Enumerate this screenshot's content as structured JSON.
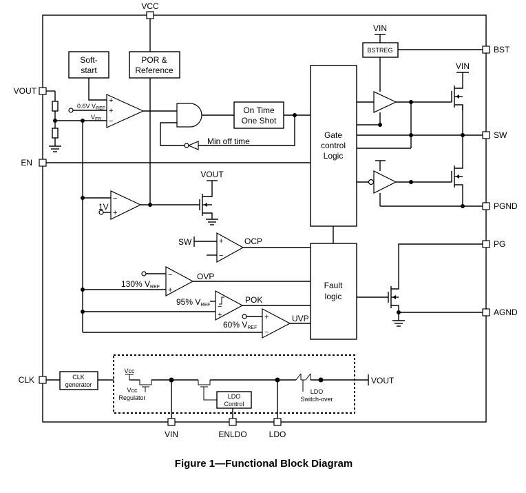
{
  "caption": "Figure 1—Functional Block Diagram",
  "pins": {
    "vcc": "VCC",
    "vout": "VOUT",
    "en": "EN",
    "bst": "BST",
    "sw": "SW",
    "pgnd": "PGND",
    "pg": "PG",
    "agnd": "AGND",
    "clk": "CLK",
    "vin_bottom": "VIN",
    "enldo": "ENLDO",
    "ldo": "LDO"
  },
  "blocks": {
    "softstart_l1": "Soft-",
    "softstart_l2": "start",
    "por_l1": "POR &",
    "por_l2": "Reference",
    "ontime_l1": "On Time",
    "ontime_l2": "One Shot",
    "gate_l1": "Gate",
    "gate_l2": "control",
    "gate_l3": "Logic",
    "fault_l1": "Fault",
    "fault_l2": "logic",
    "bstreg": "BSTREG",
    "clk_l1": "CLK",
    "clk_l2": "generator",
    "ldoctl_l1": "LDO",
    "ldoctl_l2": "Control"
  },
  "labels": {
    "vin_top": "VIN",
    "vin_hs": "VIN",
    "vout_fet": "VOUT",
    "ref06": "0.6V V",
    "ref06_sub": "REF",
    "vfb": "V",
    "vfb_sub": "FB",
    "minoff": "Min off time",
    "v1": "1V",
    "sw_in": "SW",
    "ocp": "OCP",
    "ovp": "OVP",
    "pok": "POK",
    "uvp": "UVP",
    "pct130": "130% V",
    "pct130_sub": "REF",
    "pct95": "95% V",
    "pct95_sub": "REF",
    "pct60": "60% V",
    "pct60_sub": "REF",
    "vcc_small": "Vcc",
    "vccreg_l1": "Vcc",
    "vccreg_l2": "Regulator",
    "ldosw_l1": "LDO",
    "ldosw_l2": "Switch-over",
    "vout_ldo": "VOUT",
    "plus": "+",
    "minus": "−"
  }
}
